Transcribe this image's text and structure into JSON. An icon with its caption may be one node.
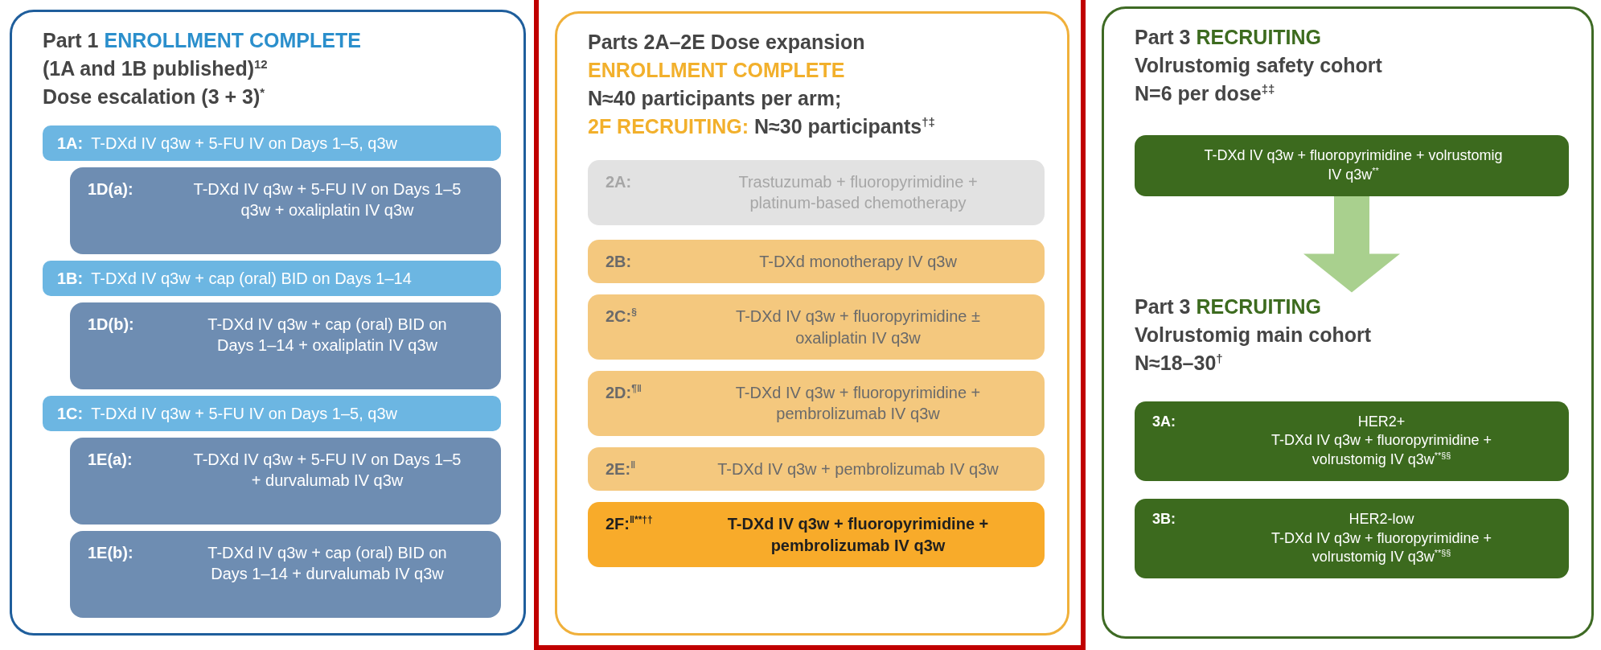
{
  "diagram": {
    "nodes": [
      {
        "text": [
          "Part 1",
          "ENROLLMENT COMPLETE",
          "(1A and 1B published)$^{12}$",
          "Dose escalation (3 + 3)$^{*}$"
        ]
      },
      {
        "text": [
          "1A:",
          "T-DXd IV q3w + 5-FU IV on Days 1–5, q3w"
        ],
        "in": 0
      },
      {
        "text": [
          "1D(a):",
          "T-DXd IV q3w + 5-FU IV on Days 1–5 q3w + oxaliplatin IV q3w"
        ],
        "in": 0
      },
      {
        "text": [
          "1B:",
          "T-DXd IV q3w + cap (oral) BID on Days 1–14"
        ],
        "in": 0
      },
      {
        "text": [
          "1D(b):",
          "T-DXd IV q3w + cap (oral) BID on Days 1–14 + oxaliplatin IV q3w"
        ],
        "in": 0
      },
      {
        "text": [
          "1C:",
          "T-DXd IV q3w + 5-FU IV on Days 1–5, q3w"
        ],
        "in": 0
      },
      {
        "text": [
          "1E(a):",
          "T-DXd IV q3w + 5-FU IV on Days 1–5 + durvalumab IV q3w"
        ],
        "in": 0
      },
      {
        "text": [
          "1E(b):",
          "T-DXd IV q3w + cap (oral) BID on Days 1–14 + durvalumab IV q3w"
        ],
        "in": 0
      },
      {
        "text": [
          "Parts 2A–2E Dose expansion",
          "ENROLLMENT COMPLETE",
          "N≈40 participants per arm;",
          "2F RECRUITING:",
          "N≈30 participants$^{†‡}$"
        ]
      },
      {
        "text": [
          "2A:",
          "Trastuzumab + fluoropyrimidine + platinum-based chemotherapy"
        ],
        "in": 8
      },
      {
        "text": [
          "2B:",
          "T-DXd monotherapy IV q3w"
        ],
        "in": 8
      },
      {
        "text": [
          "2C:$^{§}$",
          "T-DXd IV q3w + fluoropyrimidine ± oxaliplatin IV q3w"
        ],
        "in": 8
      },
      {
        "text": [
          "2D:$^{¶‖}$",
          "T-DXd IV q3w + fluoropyrimidine + pembrolizumab IV q3w"
        ],
        "in": 8
      },
      {
        "text": [
          "2E:$^{‖}$",
          "T-DXd IV q3w + pembrolizumab IV q3w"
        ],
        "in": 8
      },
      {
        "text": [
          "2F:$^{‖**††}$",
          "T-DXd IV q3w + fluoropyrimidine + pembrolizumab IV q3w"
        ],
        "in": 8
      },
      {
        "text": [
          "Part 3",
          "RECRUITING",
          "Volrustomig safety cohort",
          "N=6 per dose$^{‡‡}$"
        ]
      },
      {
        "text": [
          "T-DXd IV q3w + fluoropyrimidine + volrustomig IV q3w$^{**}$"
        ],
        "in": 15
      },
      {
        "text": [
          "Part 3",
          "RECRUITING",
          "Volrustomig main cohort",
          "N≈18–30$^{†}$"
        ],
        "in": 15
      },
      {
        "text": [
          "3A:",
          "HER2+",
          "T-DXd IV q3w + fluoropyrimidine + volrustomig IV q3w$^{**§§}$"
        ],
        "in": 15
      },
      {
        "text": [
          "3B:",
          "HER2-low",
          "T-DXd IV q3w + fluoropyrimidine + volrustomig IV q3w$^{**§§}$"
        ],
        "in": 15
      }
    ],
    "edges": [
      {
        "from": 16,
        "to": 17,
        "arrow": "to",
        "style": "thick",
        "color": "#a9d08e"
      }
    ]
  }
}
